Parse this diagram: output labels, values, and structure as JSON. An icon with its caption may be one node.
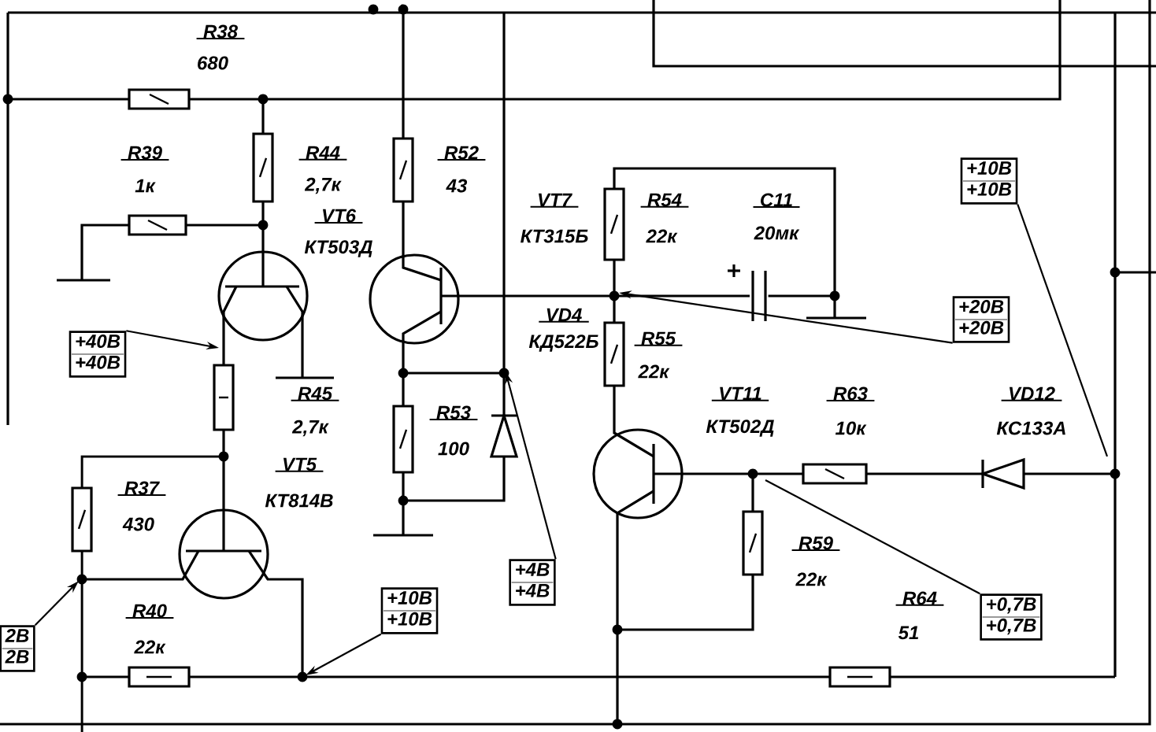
{
  "diagram": {
    "nodes": [
      {
        "text": [
          "+10В",
          "+10В"
        ]
      },
      {
        "text": [
          "+20В",
          "+20В"
        ]
      },
      {
        "text": [
          "+40В",
          "+40В"
        ]
      },
      {
        "text": [
          "+4В",
          "+4В"
        ]
      },
      {
        "text": [
          "+10В",
          "+10В"
        ]
      },
      {
        "text": [
          "+0,7В",
          "+0,7В"
        ]
      },
      {
        "text": [
          "2В",
          "2В"
        ]
      }
    ],
    "edges": [
      {
        "from": 0,
        "to": null,
        "arrow": "none"
      },
      {
        "from": 1,
        "to": null,
        "arrow": "to"
      },
      {
        "from": 2,
        "to": null,
        "arrow": "to"
      },
      {
        "from": 3,
        "to": null,
        "arrow": "to"
      },
      {
        "from": 4,
        "to": null,
        "arrow": "to"
      },
      {
        "from": 5,
        "to": null,
        "arrow": "none"
      },
      {
        "from": 6,
        "to": null,
        "arrow": "to"
      }
    ],
    "labels": [
      "R38",
      "680",
      "R39",
      "1к",
      "R44",
      "2,7к",
      "R52",
      "43",
      "VT6",
      "КТ503Д",
      "VT7",
      "КТ315Б",
      "R54",
      "22к",
      "C11",
      "20мк",
      "VD4",
      "КД522Б",
      "R55",
      "22к",
      "R45",
      "2,7к",
      "R53",
      "100",
      "VT11",
      "КТ502Д",
      "R63",
      "10к",
      "VD12",
      "КС133А",
      "VT5",
      "КТ814В",
      "R37",
      "430",
      "R59",
      "22к",
      "R64",
      "51",
      "R40",
      "22к"
    ]
  }
}
